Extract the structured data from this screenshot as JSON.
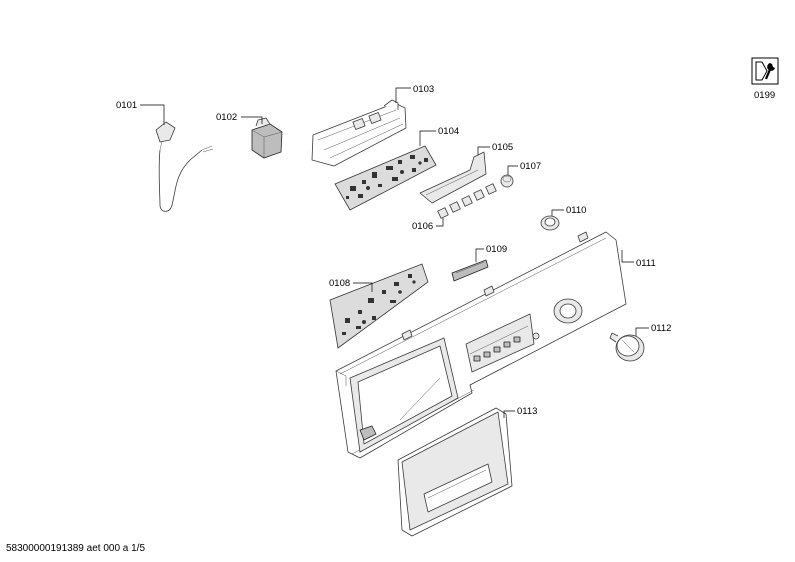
{
  "callouts": {
    "c0101": "0101",
    "c0102": "0102",
    "c0103": "0103",
    "c0104": "0104",
    "c0105": "0105",
    "c0106": "0106",
    "c0107": "0107",
    "c0108": "0108",
    "c0109": "0109",
    "c0110": "0110",
    "c0111": "0111",
    "c0112": "0112",
    "c0113": "0113",
    "c0199": "0199"
  },
  "footer": "58300000191389 aet 000 a 1/5"
}
